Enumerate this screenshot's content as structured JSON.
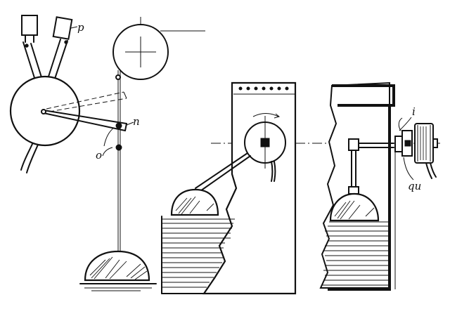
{
  "labels": {
    "p": "p",
    "n": "n",
    "o": "o",
    "i": "i",
    "qu": "qu"
  }
}
